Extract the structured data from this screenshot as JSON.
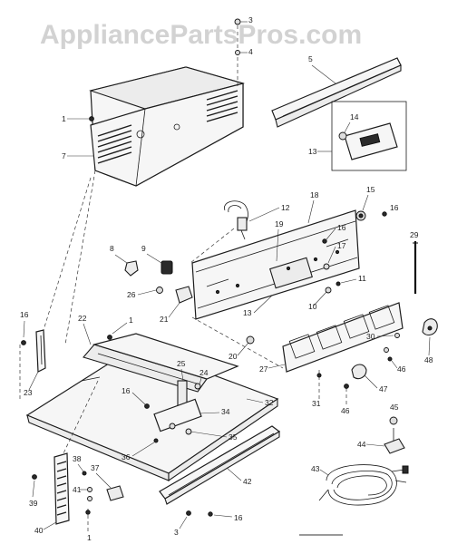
{
  "watermark": "AppliancePartsPros.com",
  "callouts": {
    "c1a": "1",
    "c3a": "3",
    "c4": "4",
    "c5": "5",
    "c7": "7",
    "c14": "14",
    "c13a": "13",
    "c12": "12",
    "c18": "18",
    "c15": "15",
    "c16a": "16",
    "c16b": "16",
    "c19": "19",
    "c17": "17",
    "c29": "29",
    "c8": "8",
    "c9": "9",
    "c26": "26",
    "c21": "21",
    "c11": "11",
    "c10": "10",
    "c13b": "13",
    "c16c": "16",
    "c22": "22",
    "c1b": "1",
    "c20": "20",
    "c30": "30",
    "c27": "27",
    "c48": "48",
    "c46a": "46",
    "c23": "23",
    "c25": "25",
    "c24": "24",
    "c16d": "16",
    "c32": "32",
    "c34": "34",
    "c47": "47",
    "c31": "31",
    "c46b": "46",
    "c45": "45",
    "c35": "35",
    "c36": "36",
    "c44": "44",
    "c38": "38",
    "c37": "37",
    "c43": "43",
    "c42": "42",
    "c41": "41",
    "c39": "39",
    "c1c": "1",
    "c40": "40",
    "c3b": "3",
    "c16e": "16"
  }
}
